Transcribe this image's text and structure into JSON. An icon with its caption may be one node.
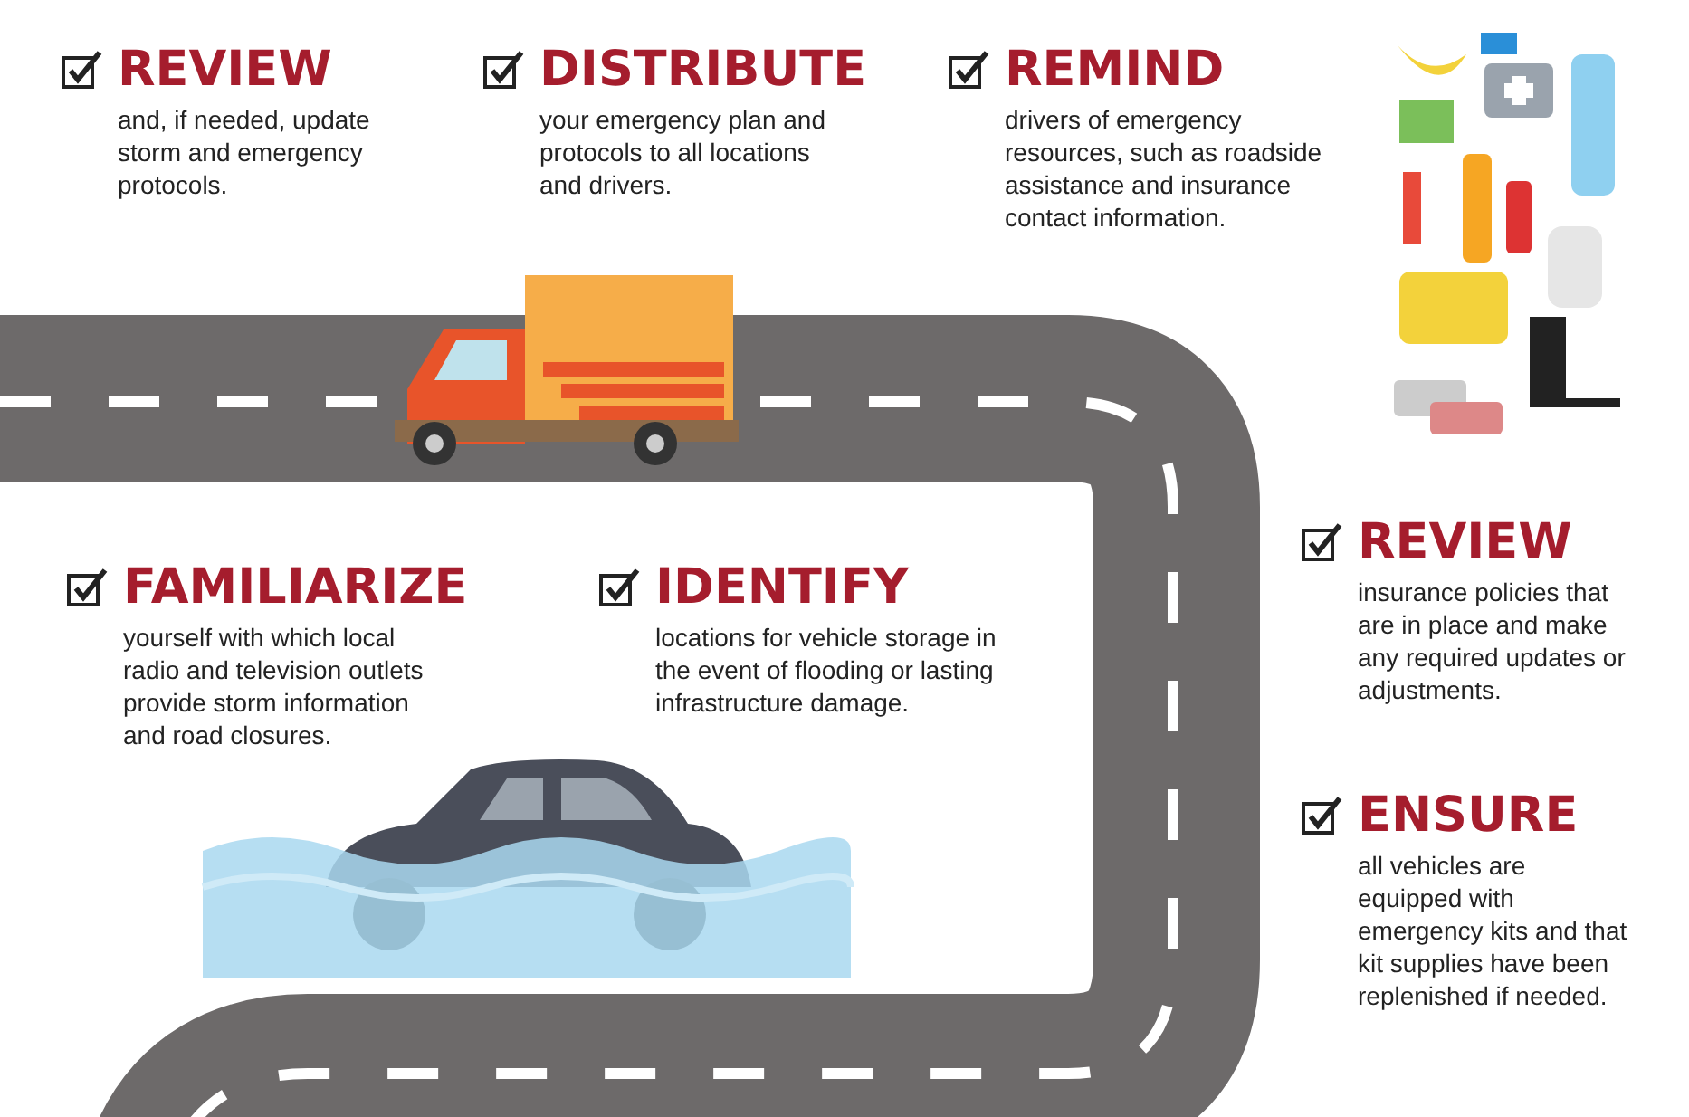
{
  "diagram": {
    "labels": [
      "REVIEW",
      "and, if needed, update storm and emergency protocols.",
      "DISTRIBUTE",
      "your emergency plan and protocols to all locations and drivers.",
      "REMIND",
      "drivers of emergency resources, such as roadside assistance and insurance contact information.",
      "FAMILIARIZE",
      "yourself with which local radio and television outlets provide storm information and road closures.",
      "IDENTIFY",
      "locations for vehicle storage in the event of flooding or lasting infrastructure damage.",
      "REVIEW",
      "insurance policies that are in place and make any required updates or adjustments.",
      "ENSURE",
      "all vehicles are equipped with emergency kits and that kit supplies have been replenished if needed."
    ]
  }
}
